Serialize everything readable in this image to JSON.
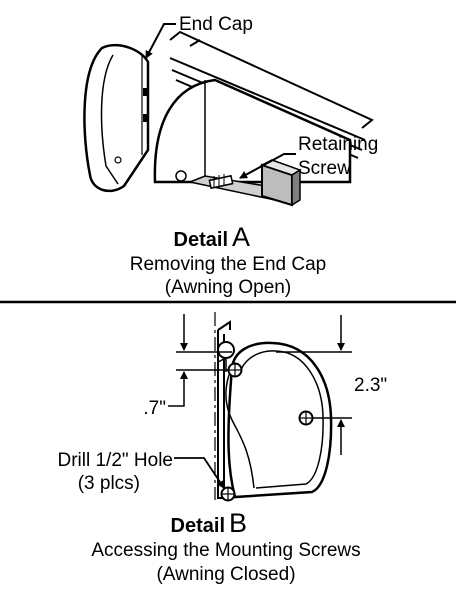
{
  "detail_a": {
    "callouts": {
      "end_cap": "End Cap",
      "retaining_screw_1": "Retaining",
      "retaining_screw_2": "Screw"
    },
    "title_word": "Detail",
    "title_letter": "A",
    "caption_1": "Removing the End Cap",
    "caption_2": "(Awning Open)"
  },
  "detail_b": {
    "dimensions": {
      "offset": ".7\"",
      "height": "2.3\""
    },
    "callouts": {
      "drill_1": "Drill 1/2\" Hole",
      "drill_2": "(3 plcs)"
    },
    "title_word": "Detail",
    "title_letter": "B",
    "caption_1": "Accessing the Mounting Screws",
    "caption_2": "(Awning Closed)"
  },
  "colors": {
    "ink": "#000000",
    "shade": "#bdbdbd",
    "paper": "#ffffff"
  }
}
